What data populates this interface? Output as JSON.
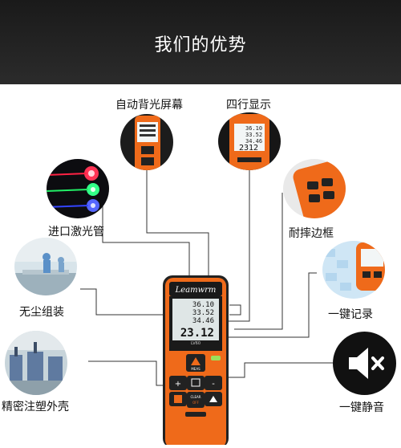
{
  "header": {
    "title": "我们的优势"
  },
  "features": {
    "backlight": "自动背光屏幕",
    "four_rows": "四行显示",
    "laser_tube": "进口激光管",
    "durable": "耐摔边框",
    "dustfree": "无尘组装",
    "one_key_record": "一键记录",
    "injection_shell": "精密注塑外壳",
    "one_key_mute": "一键静音"
  },
  "device": {
    "brand": "Leamwrm",
    "model": "LV60",
    "screen_rows": [
      "36.10",
      "33.52",
      "34.46",
      "23.12"
    ],
    "buttons": {
      "meas": "MEAS",
      "clear": "CLEAR",
      "off": "OFF",
      "plus": "+",
      "minus": "-"
    }
  },
  "colors": {
    "orange": "#ef6a1a",
    "dark": "#222222",
    "screen": "#dfe6e6"
  }
}
